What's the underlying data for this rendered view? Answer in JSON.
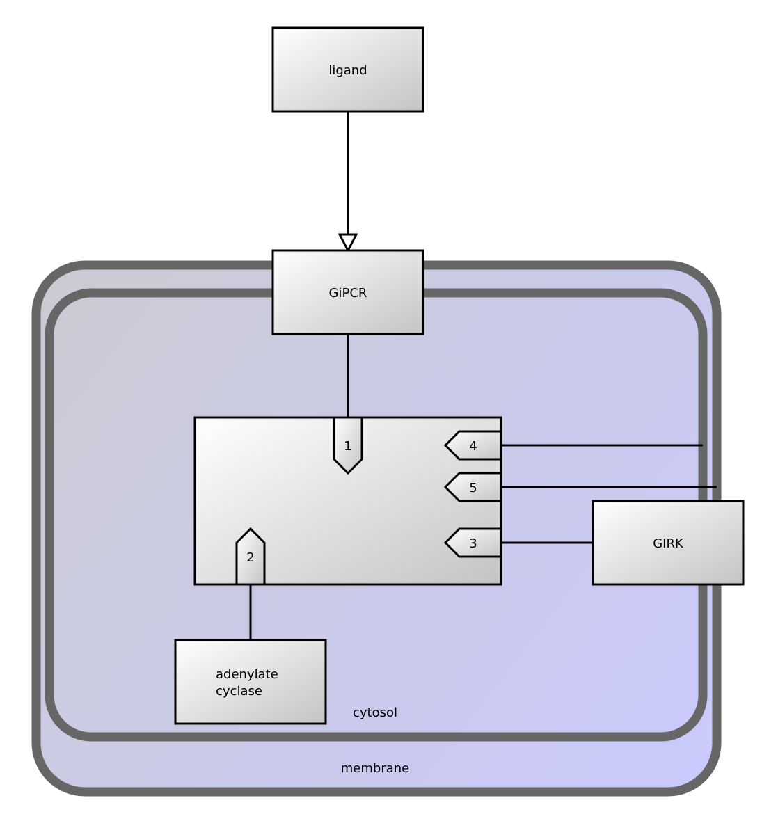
{
  "diagram": {
    "type": "SBGN activity-flow / pathway diagram",
    "compartments": [
      {
        "id": "membrane",
        "label": "membrane",
        "fill_start": "#cbcbd3",
        "fill_end": "#cacafd",
        "border": "#666666"
      },
      {
        "id": "cytosol",
        "label": "cytosol",
        "fill_start": "#cbcbd3",
        "fill_end": "#cacafd",
        "border": "#666666"
      }
    ],
    "nodes": {
      "ligand": {
        "label": "ligand"
      },
      "gipcr": {
        "label": "GiPCR"
      },
      "girk": {
        "label": "GIRK"
      },
      "adenylate_cyclase": {
        "label_line1": "adenylate",
        "label_line2": "cyclase"
      },
      "gprotein": {
        "label": ""
      }
    },
    "ports": [
      {
        "id": "port-1",
        "label": "1",
        "orientation": "down"
      },
      {
        "id": "port-2",
        "label": "2",
        "orientation": "up"
      },
      {
        "id": "port-3",
        "label": "3",
        "orientation": "left"
      },
      {
        "id": "port-4",
        "label": "4",
        "orientation": "left"
      },
      {
        "id": "port-5",
        "label": "5",
        "orientation": "left"
      }
    ],
    "edges": [
      {
        "from": "ligand",
        "to": "gipcr",
        "arrow": "open-triangle"
      },
      {
        "from": "gipcr",
        "to": "port-1",
        "arrow": "none"
      },
      {
        "from": "port-2",
        "to": "adenylate_cyclase",
        "arrow": "none"
      },
      {
        "from": "port-3",
        "to": "girk",
        "arrow": "none"
      },
      {
        "from": "port-4",
        "to": "cytosol-border",
        "arrow": "none"
      },
      {
        "from": "port-5",
        "to": "membrane-border",
        "arrow": "none"
      }
    ],
    "colors": {
      "node_fill_start": "#ffffff",
      "node_fill_end": "#c4c4c4",
      "stroke": "#000000",
      "compartment_border": "#666666"
    }
  }
}
